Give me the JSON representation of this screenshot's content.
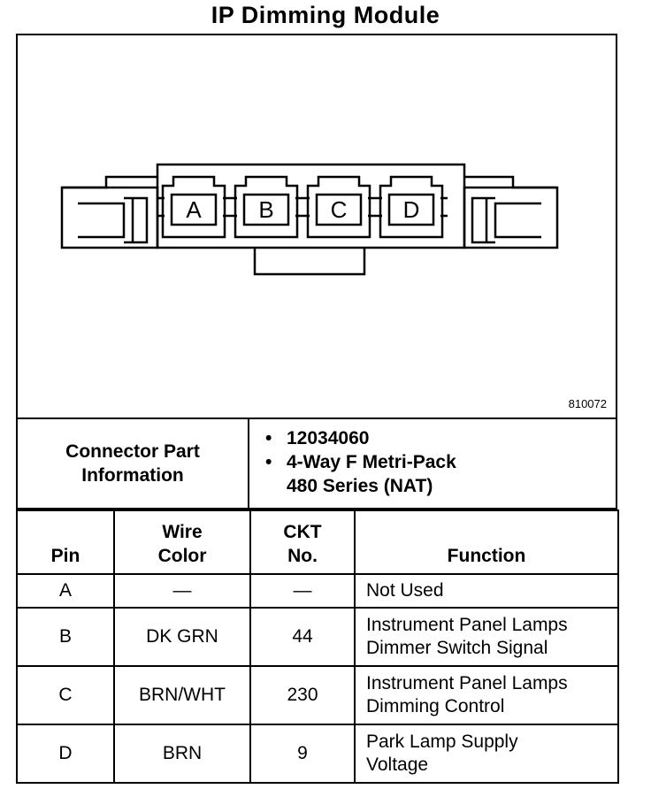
{
  "title": "IP Dimming Module",
  "figure_number": "810072",
  "connector": {
    "pins": [
      "A",
      "B",
      "C",
      "D"
    ]
  },
  "connector_info": {
    "label": "Connector Part\nInformation",
    "items": [
      "12034060",
      "4-Way F Metri-Pack\n480 Series (NAT)"
    ]
  },
  "table": {
    "headers": [
      "Pin",
      "Wire\nColor",
      "CKT\nNo.",
      "Function"
    ],
    "rows": [
      {
        "pin": "A",
        "wire_color": "—",
        "ckt": "—",
        "function": "Not Used"
      },
      {
        "pin": "B",
        "wire_color": "DK GRN",
        "ckt": "44",
        "function": "Instrument Panel Lamps\nDimmer Switch Signal"
      },
      {
        "pin": "C",
        "wire_color": "BRN/WHT",
        "ckt": "230",
        "function": "Instrument Panel Lamps\nDimming Control"
      },
      {
        "pin": "D",
        "wire_color": "BRN",
        "ckt": "9",
        "function": "Park Lamp Supply\nVoltage"
      }
    ]
  }
}
